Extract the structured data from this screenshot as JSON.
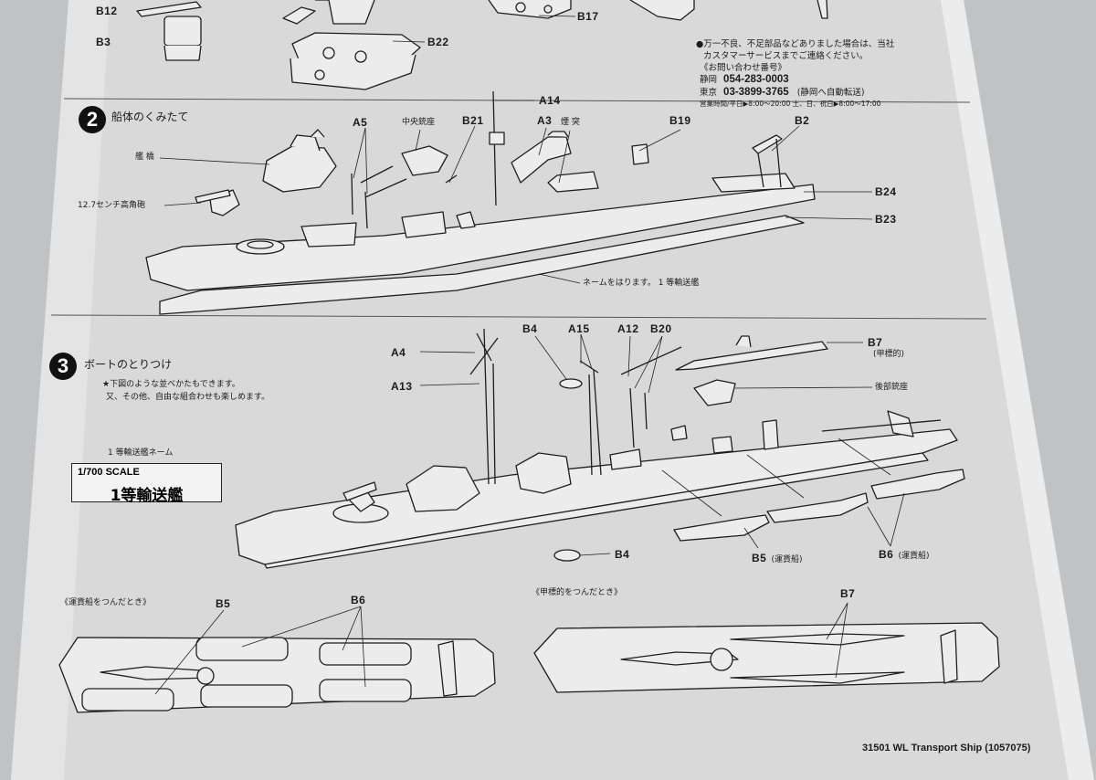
{
  "top_parts": {
    "b12": "B12",
    "b3": "B3",
    "b22": "B22",
    "b17": "B17"
  },
  "contact": {
    "line1": "●万一不良、不足部品などありました場合は、当社",
    "line2": "カスタマーサービスまでご連絡ください。",
    "line3": "《お問い合わせ番号》",
    "shizuoka_label": "静岡",
    "shizuoka_number": "054-283-0003",
    "tokyo_label": "東京",
    "tokyo_number": "03-3899-3765",
    "tokyo_note": "(静岡へ自動転送)",
    "hours": "営業時間/平日▶8:00〜20:00  土、日、祝日▶8:00〜17:00"
  },
  "step2": {
    "number": "2",
    "title": "船体のくみたて",
    "labels": {
      "a14": "A14",
      "a5": "A5",
      "gun_mount_center": "中央銃座",
      "b21": "B21",
      "a3": "A3",
      "funnel": "煙 突",
      "b19": "B19",
      "b2": "B2",
      "bridge": "艦 橋",
      "aa_gun": "12.7センチ高角砲",
      "b24": "B24",
      "b23": "B23",
      "nameplate_note": "ネームをはります。 1 等輸送艦"
    }
  },
  "step3": {
    "number": "3",
    "title": "ボートのとりつけ",
    "note1": "★下図のような並べかたもできます。",
    "note2": "又、その他、自由な組合わせも楽しめます。",
    "labels": {
      "b4_top": "B4",
      "a15": "A15",
      "a12": "A12",
      "b20": "B20",
      "b7": "B7",
      "b7_sub": "(甲標的)",
      "a4": "A4",
      "a13": "A13",
      "rear_gun_mount": "後部銃座",
      "b4_bottom": "B4",
      "b5": "B5",
      "b5_sub": "(運貨船)",
      "b6": "B6",
      "b6_sub": "(運貨船)"
    }
  },
  "nameplate": {
    "caption": "1 等輸送艦ネーム",
    "scale": "1/700 SCALE",
    "name": "1等輸送艦"
  },
  "bottom_left": {
    "caption": "《運貨船をつんだとき》",
    "b5": "B5",
    "b6": "B6"
  },
  "bottom_right": {
    "caption": "《甲標的をつんだとき》",
    "b7": "B7"
  },
  "footer": {
    "product": "31501  WL Transport Ship (1057075)"
  }
}
